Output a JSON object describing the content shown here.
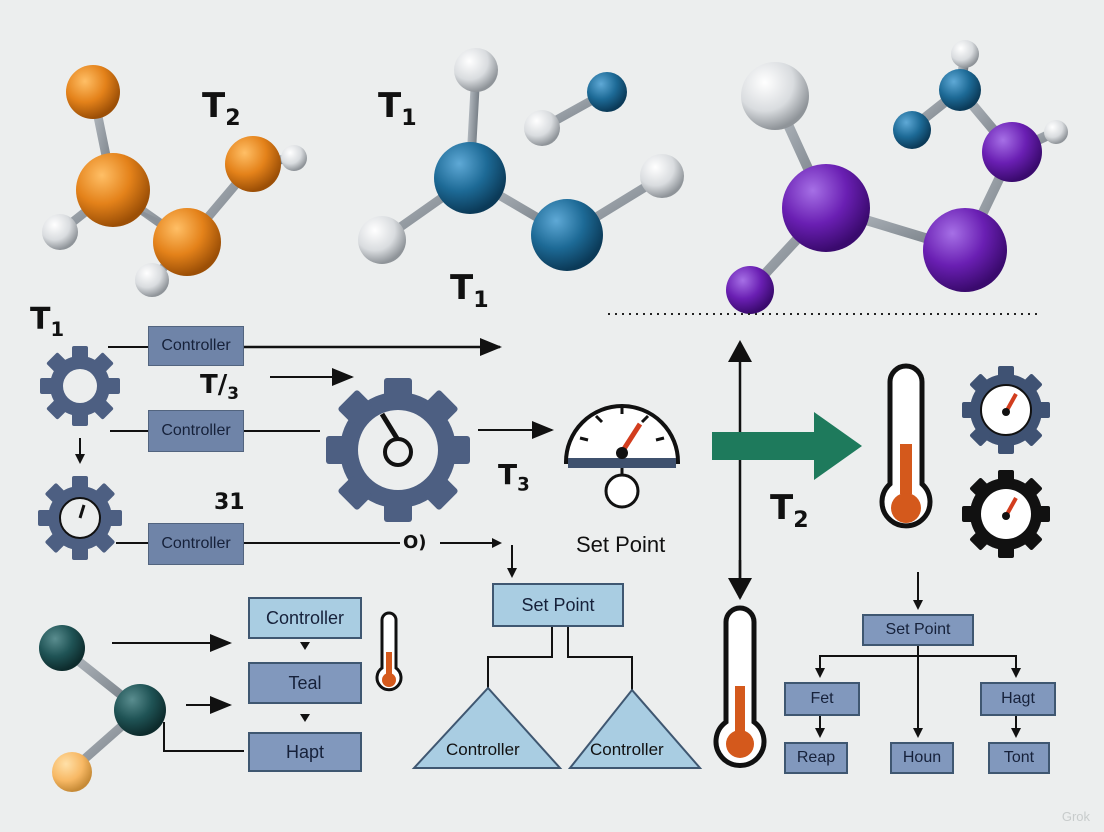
{
  "labels": {
    "t2_top": "T2",
    "t1_top": "T1",
    "t1_mid": "T1",
    "t1_left": "T1",
    "t_slash_3": "T/3",
    "t3": "T3",
    "t2_right": "T2",
    "num_31": "31",
    "o_paren": "O)"
  },
  "boxes": {
    "controller_1": "Controller",
    "controller_2": "Controller",
    "controller_3": "Controller",
    "stack_controller": "Controller",
    "stack_teal": "Teal",
    "stack_hapt": "Hapt",
    "set_point_center": "Set Point",
    "tri_left": "Controller",
    "tri_right": "Controller",
    "set_point_right": "Set Point",
    "fet": "Fet",
    "hagt": "Hagt",
    "reap": "Reap",
    "houn": "Houn",
    "tont": "Tont"
  },
  "gauge_caption": "Set Point",
  "watermark": "Grok",
  "colors": {
    "orange": "#e4821a",
    "blue": "#1d6a96",
    "purple": "#6a1fb3",
    "teal": "#1f5355",
    "gear": "#4d5f82",
    "green_arrow": "#1e7a5c",
    "thermo_fill": "#d4591c"
  }
}
